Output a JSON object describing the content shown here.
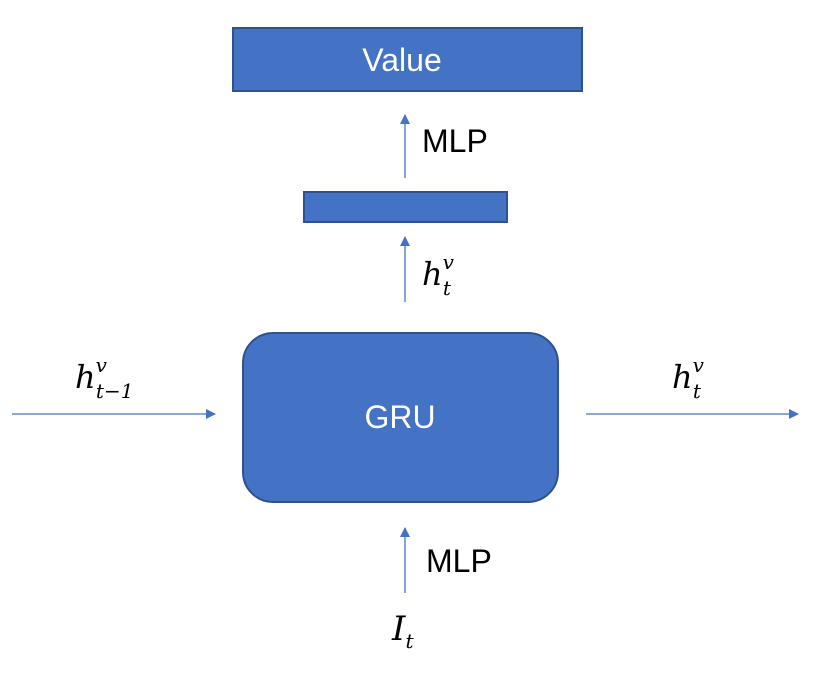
{
  "nodes": {
    "value": {
      "label": "Value"
    },
    "hidden_layer": {
      "label": ""
    },
    "gru": {
      "label": "GRU"
    }
  },
  "edges": {
    "hidden_to_value": {
      "label": "MLP"
    },
    "gru_to_hidden": {
      "label_base": "h",
      "label_sup": "v",
      "label_sub": "t"
    },
    "input_to_gru": {
      "label": "MLP"
    },
    "prev_state": {
      "label_base": "h",
      "label_sup": "v",
      "label_sub": "t−1"
    },
    "next_state": {
      "label_base": "h",
      "label_sup": "v",
      "label_sub": "t"
    },
    "input": {
      "label_base": "I",
      "label_sub": "t"
    }
  },
  "colors": {
    "box_fill": "#4472C4",
    "box_stroke": "#2F528F",
    "arrow": "#4472C4"
  }
}
